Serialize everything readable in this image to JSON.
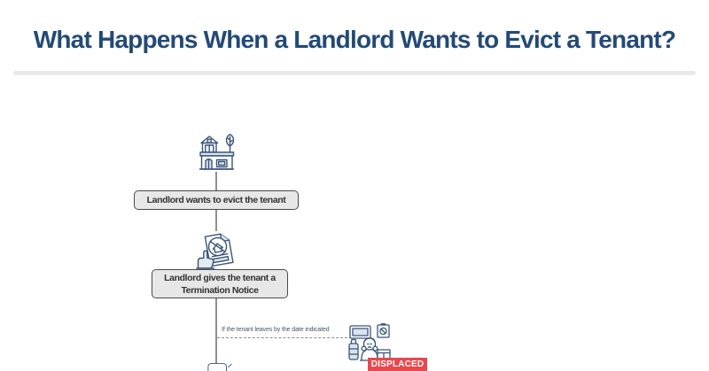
{
  "infographic": {
    "title": "What Happens When a Landlord Wants to Evict a Tenant?",
    "steps": [
      {
        "id": "step-1",
        "icon": "house-with-tree-icon",
        "label": "Landlord wants to evict the tenant"
      },
      {
        "id": "step-2",
        "icon": "termination-notice-hand-icon",
        "label_line1": "Landlord gives the tenant a",
        "label_line2": "Termination Notice"
      }
    ],
    "branch": {
      "condition_label": "If the tenant leaves by the date indicated",
      "outcome": {
        "icon": "displaced-person-icon",
        "badge": "DISPLACED"
      }
    },
    "partial_bottom_icon": "gavel-icon-partial"
  },
  "colors": {
    "title_text": "#234a77",
    "icon_stroke": "#3a5578",
    "icon_fill_light": "#dbe4ee",
    "step_box_bg": "#e7e7e7",
    "step_box_border": "#4a4a4a",
    "step_box_text": "#333333",
    "connector": "#8f8f8f",
    "divider": "#e9e9e9",
    "badge_bg": "#e8484d",
    "badge_text": "#ffffff"
  }
}
